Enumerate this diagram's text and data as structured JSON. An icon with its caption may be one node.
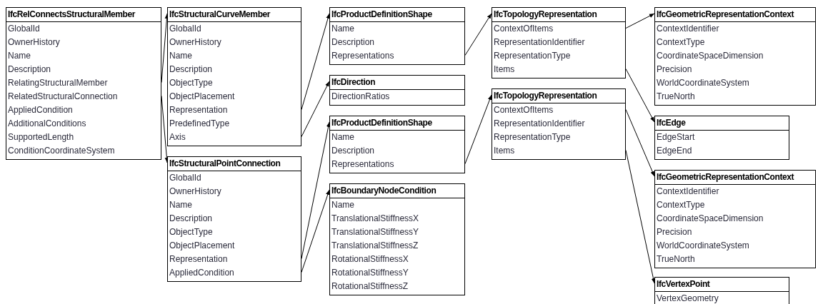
{
  "diagram": {
    "nodes": [
      {
        "text": [
          "IfcRelConnectsStructuralMember",
          "GlobalId",
          "OwnerHistory",
          "Name",
          "Description",
          "RelatingStructuralMember",
          "RelatedStructuralConnection",
          "AppliedCondition",
          "AdditionalConditions",
          "SupportedLength",
          "ConditionCoordinateSystem"
        ]
      },
      {
        "text": [
          "IfcStructuralCurveMember",
          "GlobalId",
          "OwnerHistory",
          "Name",
          "Description",
          "ObjectType",
          "ObjectPlacement",
          "Representation",
          "PredefinedType",
          "Axis"
        ]
      },
      {
        "text": [
          "IfcStructuralPointConnection",
          "GlobalId",
          "OwnerHistory",
          "Name",
          "Description",
          "ObjectType",
          "ObjectPlacement",
          "Representation",
          "AppliedCondition"
        ]
      },
      {
        "text": [
          "IfcProductDefinitionShape",
          "Name",
          "Description",
          "Representations"
        ]
      },
      {
        "text": [
          "IfcDirection",
          "DirectionRatios"
        ]
      },
      {
        "text": [
          "IfcProductDefinitionShape",
          "Name",
          "Description",
          "Representations"
        ]
      },
      {
        "text": [
          "IfcBoundaryNodeCondition",
          "Name",
          "TranslationalStiffnessX",
          "TranslationalStiffnessY",
          "TranslationalStiffnessZ",
          "RotationalStiffnessX",
          "RotationalStiffnessY",
          "RotationalStiffnessZ"
        ]
      },
      {
        "text": [
          "IfcTopologyRepresentation",
          "ContextOfItems",
          "RepresentationIdentifier",
          "RepresentationType",
          "Items"
        ]
      },
      {
        "text": [
          "IfcTopologyRepresentation",
          "ContextOfItems",
          "RepresentationIdentifier",
          "RepresentationType",
          "Items"
        ]
      },
      {
        "text": [
          "IfcGeometricRepresentationContext",
          "ContextIdentifier",
          "ContextType",
          "CoordinateSpaceDimension",
          "Precision",
          "WorldCoordinateSystem",
          "TrueNorth"
        ]
      },
      {
        "text": [
          "IfcEdge",
          "EdgeStart",
          "EdgeEnd"
        ]
      },
      {
        "text": [
          "IfcGeometricRepresentationContext",
          "ContextIdentifier",
          "ContextType",
          "CoordinateSpaceDimension",
          "Precision",
          "WorldCoordinateSystem",
          "TrueNorth"
        ]
      },
      {
        "text": [
          "IfcVertexPoint",
          "VertexGeometry"
        ]
      }
    ],
    "edges": [
      {
        "from": 0,
        "to": 1,
        "arrow": "to"
      },
      {
        "from": 0,
        "to": 2,
        "arrow": "to"
      },
      {
        "from": 1,
        "to": 3,
        "arrow": "to"
      },
      {
        "from": 1,
        "to": 4,
        "arrow": "to"
      },
      {
        "from": 2,
        "to": 5,
        "arrow": "to"
      },
      {
        "from": 2,
        "to": 6,
        "arrow": "to"
      },
      {
        "from": 3,
        "to": 7,
        "arrow": "to"
      },
      {
        "from": 5,
        "to": 8,
        "arrow": "to"
      },
      {
        "from": 7,
        "to": 9,
        "arrow": "to"
      },
      {
        "from": 7,
        "to": 10,
        "arrow": "to"
      },
      {
        "from": 8,
        "to": 11,
        "arrow": "to"
      },
      {
        "from": 8,
        "to": 12,
        "arrow": "to"
      }
    ]
  }
}
